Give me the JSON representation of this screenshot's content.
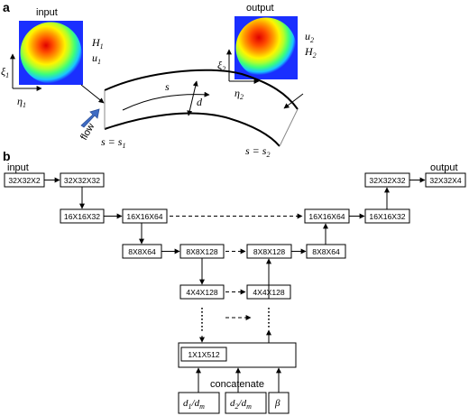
{
  "panel_a": {
    "label": "a",
    "input_label": "input",
    "output_label": "output",
    "input_axis_v": "ξ",
    "input_axis_v_sub": "1",
    "input_axis_h": "η",
    "input_axis_h_sub": "1",
    "output_axis_v": "ξ",
    "output_axis_v_sub": "2",
    "output_axis_h": "η",
    "output_axis_h_sub": "2",
    "input_var1": "H",
    "input_var1_sub": "1",
    "input_var2": "u",
    "input_var2_sub": "1",
    "output_var1": "u",
    "output_var1_sub": "2",
    "output_var2": "H",
    "output_var2_sub": "2",
    "s_label": "s",
    "d_label": "d",
    "flow_label": "flow",
    "s1_label": "s = s",
    "s1_sub": "1",
    "s2_label": "s = s",
    "s2_sub": "2",
    "heatmap_colors": [
      "#1a2fff",
      "#19c6ff",
      "#3cff7a",
      "#b4ff2a",
      "#fff400",
      "#ffa000",
      "#ff4a00",
      "#e00000"
    ]
  },
  "panel_b": {
    "label": "b",
    "input_label": "input",
    "output_label": "output",
    "concatenate_label": "concatenate",
    "boxes": {
      "in1": "32X32X2",
      "in2": "32X32X32",
      "enc1a": "16X16X32",
      "enc1b": "16X16X64",
      "enc2a": "8X8X64",
      "enc2b": "8X8X128",
      "enc3": "4X4X128",
      "bottleneck": "1X1X512",
      "dec3": "4X4X128",
      "dec2a": "8X8X128",
      "dec2b": "8X8X64",
      "dec1a": "16X16X64",
      "dec1b": "16X16X32",
      "out1": "32X32X32",
      "out2": "32X32X4"
    },
    "params": {
      "p1_num": "d",
      "p1_num_sub": "1",
      "p1_den": "d",
      "p1_den_sub": "m",
      "p2_num": "d",
      "p2_num_sub": "2",
      "p2_den": "d",
      "p2_den_sub": "m",
      "p3": "β"
    }
  }
}
